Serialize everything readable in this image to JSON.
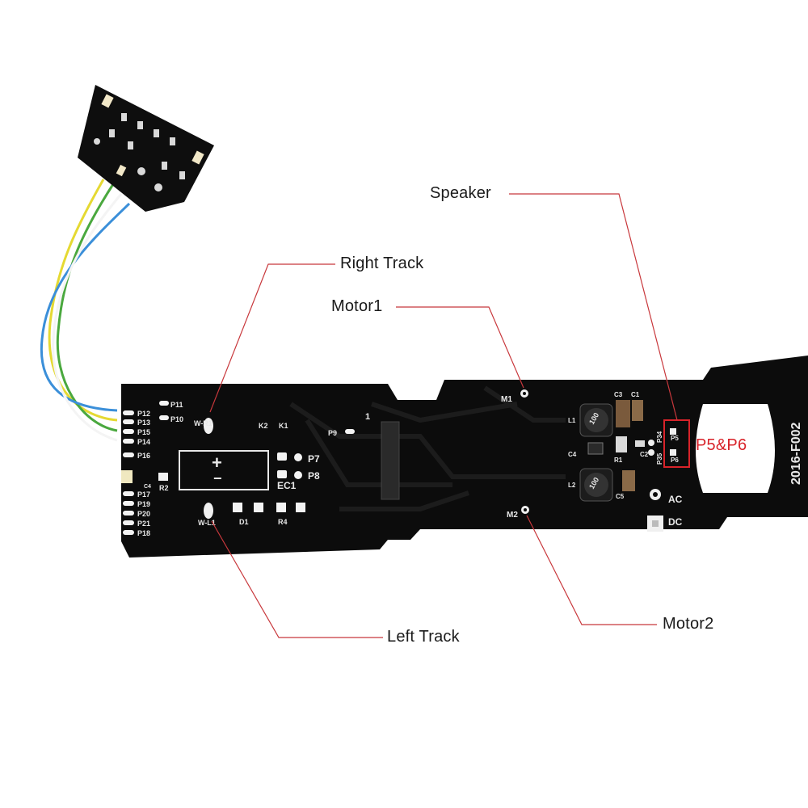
{
  "callouts": {
    "speaker": "Speaker",
    "right_track": "Right Track",
    "motor1": "Motor1",
    "left_track": "Left Track",
    "motor2": "Motor2",
    "p5_p6": "P5&P6"
  },
  "colors": {
    "pcb": "#0c0c0c",
    "leader_line": "#c8383c",
    "highlight_box": "#d8232a",
    "wire_blue": "#3b8fd9",
    "wire_yellow": "#e5d932",
    "wire_green": "#4aa83e"
  },
  "silkscreen": {
    "board_code": "2016-F002",
    "pads_left": [
      "P11",
      "P10",
      "P12",
      "P13",
      "P15",
      "P14",
      "P16",
      "P17",
      "P19",
      "P20",
      "P21",
      "P18"
    ],
    "pin1": "1",
    "w_r1": "W-R1",
    "w_l1": "W-L1",
    "k2": "K2",
    "k1": "K1",
    "p9": "P9",
    "p7": "P7",
    "p8": "P8",
    "ec1": "EC1",
    "plus": "+",
    "minus": "−",
    "d1": "D1",
    "r4": "R4",
    "r2": "R2",
    "c4_left": "C4",
    "m1": "M1",
    "m2": "M2",
    "c3": "C3",
    "c1": "C1",
    "l1": "L1",
    "l2": "L2",
    "c2": "C2",
    "r1": "R1",
    "c4": "C4",
    "c5": "C5",
    "p34": "P34",
    "p35": "P35",
    "p5": "P5",
    "p6": "P6",
    "ac": "AC",
    "dc": "DC",
    "inductor_marking": "100"
  }
}
